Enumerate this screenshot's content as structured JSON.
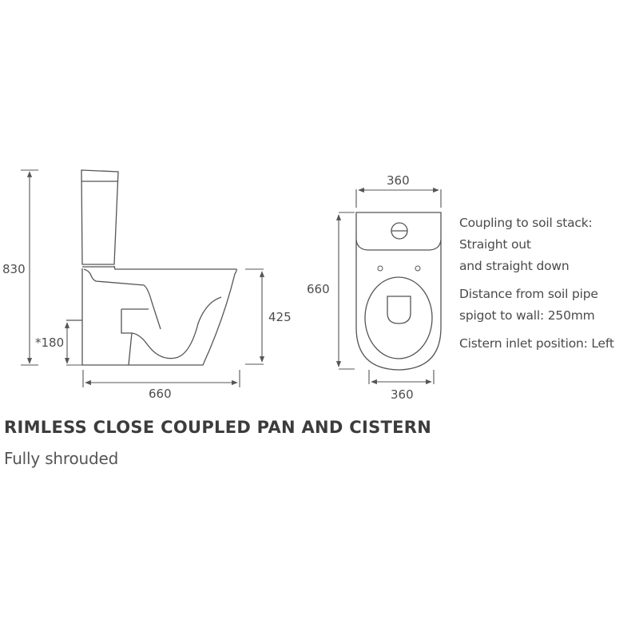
{
  "product": {
    "title": "RIMLESS CLOSE COUPLED PAN AND CISTERN",
    "subtitle": "Fully shrouded"
  },
  "side_view": {
    "dimensions": {
      "total_height": "830",
      "pan_height": "425",
      "inlet_height": "*180",
      "projection": "660"
    }
  },
  "top_view": {
    "dimensions": {
      "cistern_width": "360",
      "projection": "660",
      "pan_width": "360"
    }
  },
  "notes": [
    {
      "lines": [
        "Coupling to soil stack:",
        "Straight out",
        "and straight down"
      ]
    },
    {
      "lines": [
        "Distance from soil pipe",
        "spigot to wall: 250mm"
      ]
    },
    {
      "lines": [
        "Cistern inlet position: Left"
      ]
    }
  ],
  "colors": {
    "line": "#555555",
    "text": "#4a4a4a",
    "background": "#ffffff"
  }
}
